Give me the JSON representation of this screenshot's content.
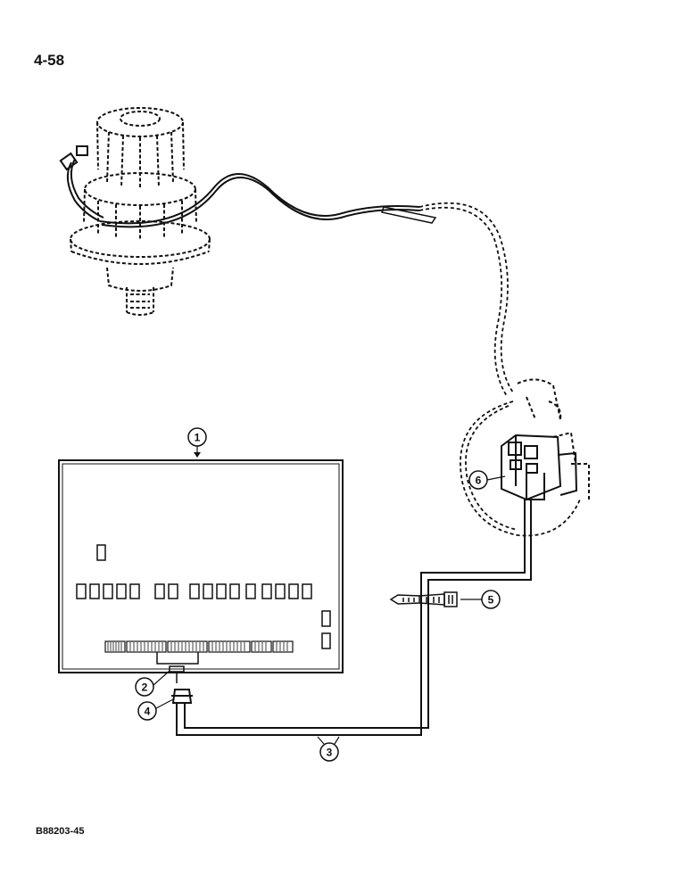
{
  "page": {
    "number": "4-58"
  },
  "figure": {
    "code": "B88203-45"
  },
  "callouts": [
    {
      "id": "1",
      "target": "control-panel"
    },
    {
      "id": "2",
      "target": "harness-connector"
    },
    {
      "id": "3",
      "target": "wiring-harness"
    },
    {
      "id": "4",
      "target": "grommet"
    },
    {
      "id": "5",
      "target": "cable-tie"
    },
    {
      "id": "6",
      "target": "relay-assembly"
    }
  ]
}
